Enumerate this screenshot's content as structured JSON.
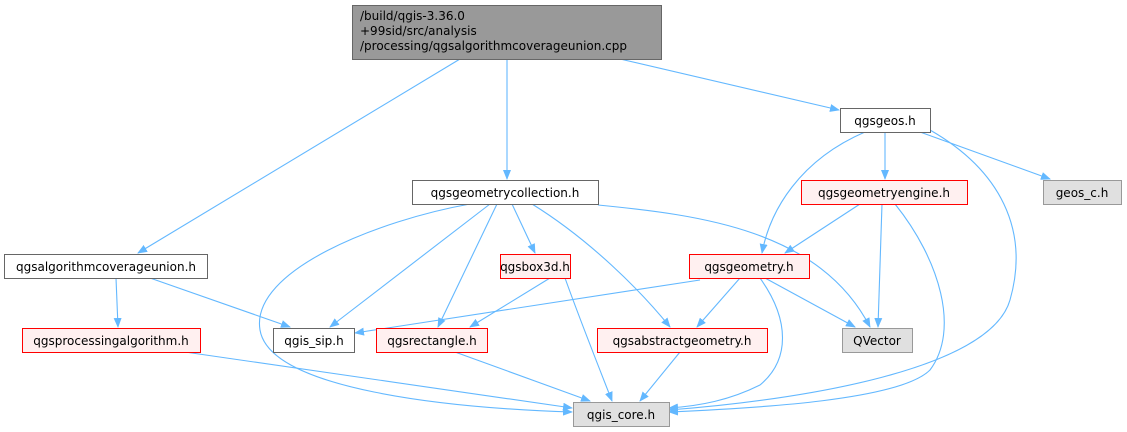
{
  "graph": {
    "root": [
      "/build/qgis-3.36.0",
      "+99sid/src/analysis",
      "/processing/qgsalgorithmcoverageunion.cpp"
    ],
    "nodes": {
      "qgsgeos": "qgsgeos.h",
      "geos_c": "geos_c.h",
      "geometrycollection": "qgsgeometrycollection.h",
      "geometryengine": "qgsgeometryengine.h",
      "coverageunion_h": "qgsalgorithmcoverageunion.h",
      "box3d": "qgsbox3d.h",
      "geometry": "qgsgeometry.h",
      "processingalgorithm": "qgsprocessingalgorithm.h",
      "qgis_sip": "qgis_sip.h",
      "rectangle": "qgsrectangle.h",
      "abstractgeometry": "qgsabstractgeometry.h",
      "qvector": "QVector",
      "qgis_core": "qgis_core.h"
    },
    "colors": {
      "edge": "#63b8ff",
      "root_fill": "#999999",
      "red_border": "#ff0000",
      "gray_fill": "#e0e0e0"
    }
  }
}
